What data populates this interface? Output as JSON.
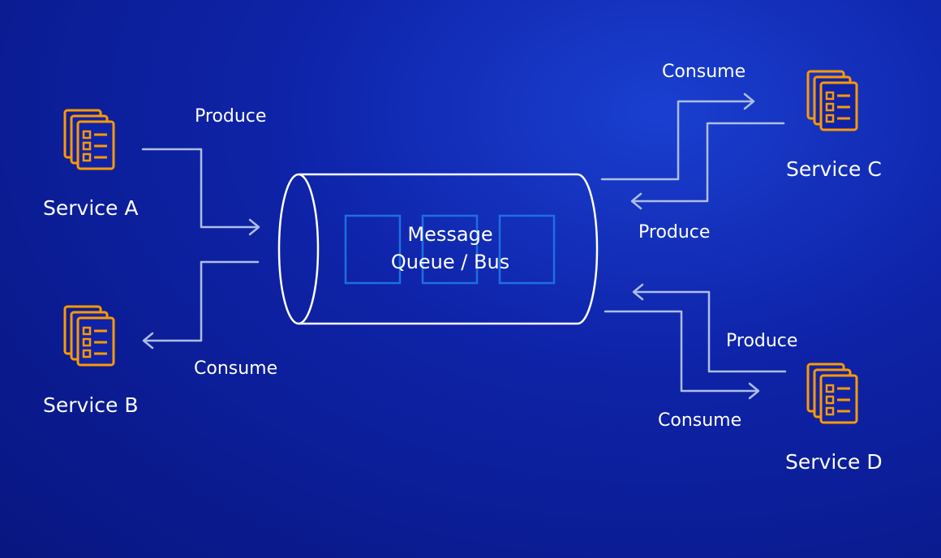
{
  "colors": {
    "background": "#0e23a8",
    "arrow": "#aebde6",
    "icon": "#ff9900",
    "queue_slot": "#1f6fe0",
    "outline": "#ffffff"
  },
  "icon": "service-document-stack-icon",
  "queue": {
    "line1": "Message",
    "line2": "Queue / Bus"
  },
  "services": [
    {
      "name": "Service A"
    },
    {
      "name": "Service B"
    },
    {
      "name": "Service C"
    },
    {
      "name": "Service D"
    }
  ],
  "flows": {
    "a_produce": "Produce",
    "b_consume": "Consume",
    "c_consume": "Consume",
    "c_produce": "Produce",
    "d_produce": "Produce",
    "d_consume": "Consume"
  }
}
